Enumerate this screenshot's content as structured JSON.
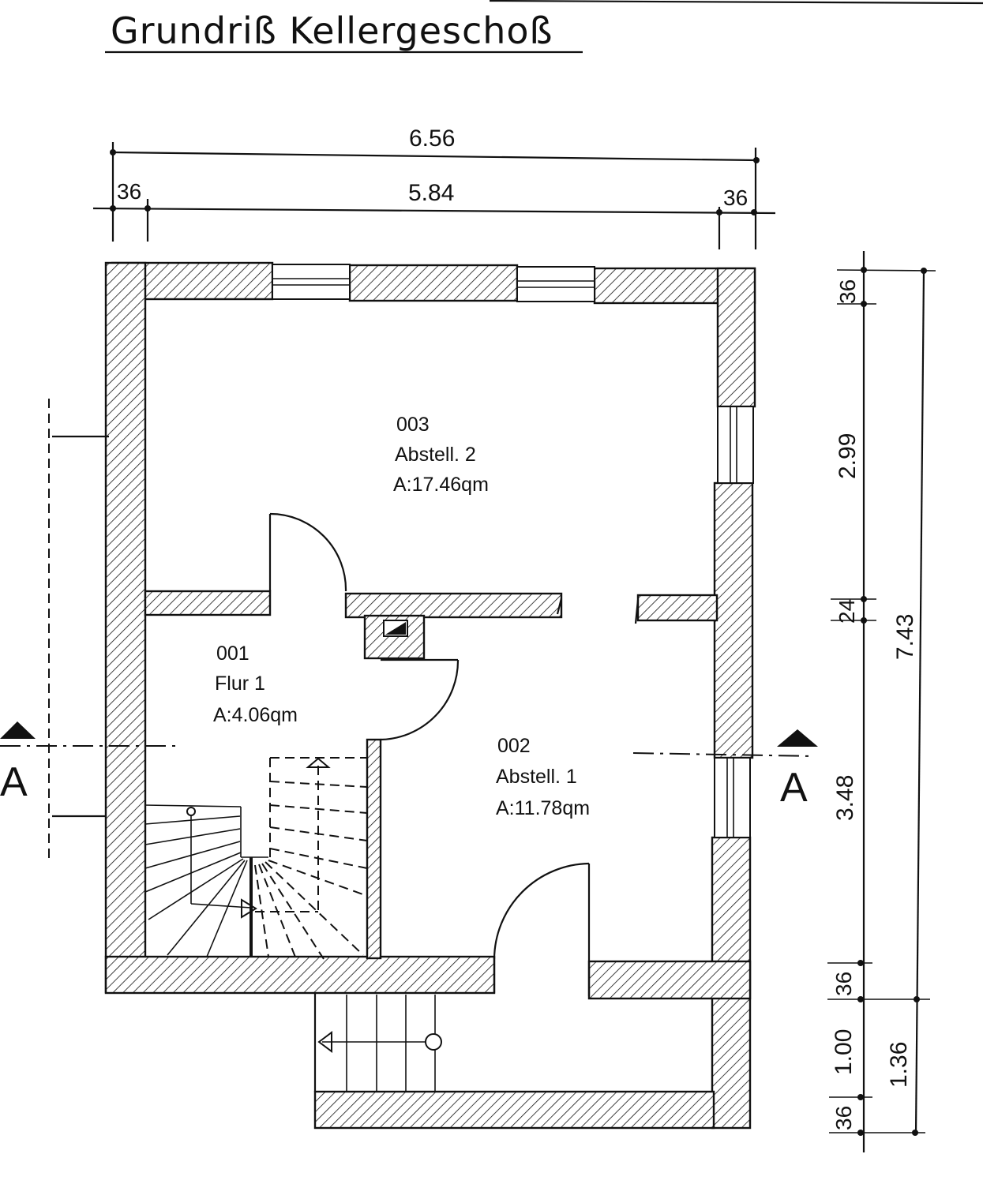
{
  "title": "Grundriß Kellergeschoß",
  "dimensions": {
    "top_overall": "6.56",
    "top_left": "36",
    "top_inner": "5.84",
    "top_right": "36",
    "right_36_top": "36",
    "right_299": "2.99",
    "right_24": "24",
    "right_348": "3.48",
    "right_36_mid": "36",
    "right_100": "1.00",
    "right_36_bot": "36",
    "right_743": "7.43",
    "right_136": "1.36"
  },
  "rooms": [
    {
      "number": "003",
      "name": "Abstell. 2",
      "area": "A:17.46qm"
    },
    {
      "number": "001",
      "name": "Flur 1",
      "area": "A:4.06qm"
    },
    {
      "number": "002",
      "name": "Abstell. 1",
      "area": "A:11.78qm"
    }
  ],
  "section_marks": {
    "left": "A",
    "right": "A"
  },
  "colors": {
    "ink": "#111111",
    "paper": "#ffffff"
  }
}
